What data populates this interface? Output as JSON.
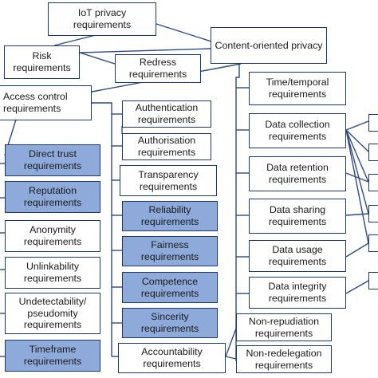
{
  "diagram": {
    "root": "IoT privacy requirements",
    "risk": "Risk requirements",
    "redress": "Redress requirements",
    "content": "Content-oriented privacy",
    "access": "Access control requirements",
    "authentication": "Authentication requirements",
    "authorisation": "Authorisation requirements",
    "transparency": "Transparency requirements",
    "reliability": "Reliability requirements",
    "fairness": "Fairness requirements",
    "competence": "Competence requirements",
    "sincerity": "Sincerity requirements",
    "accountability": "Accountability requirements",
    "direct_trust": "Direct trust requirements",
    "reputation": "Reputation requirements",
    "anonymity": "Anonymity requirements",
    "unlinkability": "Unlinkability requirements",
    "undetectability": "Undetectability/ pseudomity requirements",
    "timeframe": "Timeframe requirements",
    "time_temporal": "Time/temporal requirements",
    "data_collection": "Data collection requirements",
    "data_retention": "Data retention requirements",
    "data_sharing": "Data sharing requirements",
    "data_usage": "Data usage requirements",
    "data_integrity": "Data integrity requirements",
    "non_repudiation": "Non-repudiation requirements",
    "non_redelegation": "Non-redelegation requirements"
  },
  "colors": {
    "border": "#1f3864",
    "line": "#2e4a7d",
    "highlight_fill": "#8eaadb",
    "plain_fill": "#ffffff"
  }
}
